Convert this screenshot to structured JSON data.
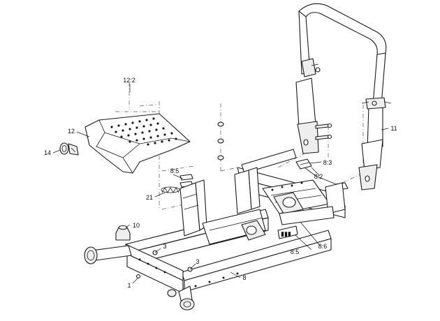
{
  "callouts": {
    "c_12_2": "12:2",
    "c_12": "12",
    "c_14": "14",
    "c_8_5_top": "8:5",
    "c_21": "21",
    "c_10": "10",
    "c_3_left": "3",
    "c_3_right": "3",
    "c_1": "1",
    "c_8": "8",
    "c_8_3": "8:3",
    "c_8_2": "8:2",
    "c_8_5_bottom": "8:5",
    "c_8_6": "8:6",
    "c_11": "11"
  }
}
